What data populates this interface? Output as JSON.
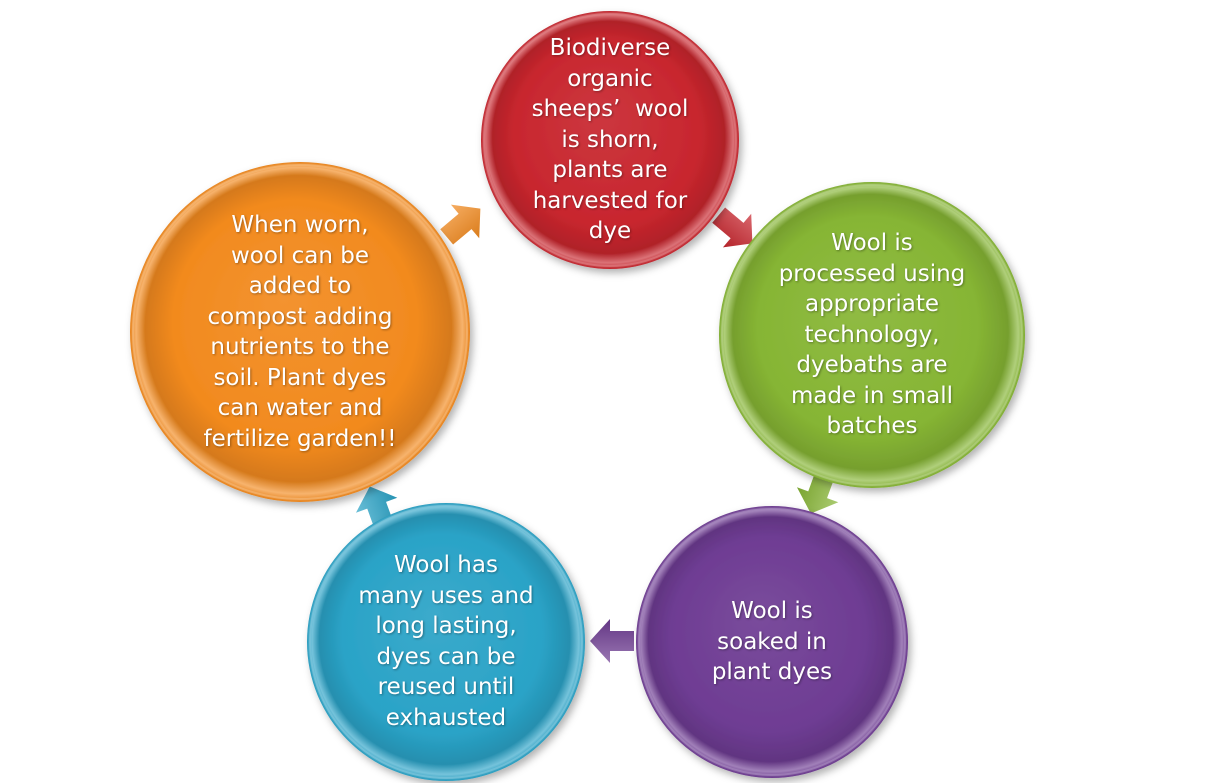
{
  "diagram": {
    "type": "cycle",
    "nodes": [
      {
        "id": "harvest",
        "lines": [
          "Biodiverse",
          "organic",
          "sheeps’  wool",
          "is shorn,",
          "plants are",
          "harvested for",
          "dye"
        ],
        "color": "#c8262e"
      },
      {
        "id": "process",
        "lines": [
          "Wool is",
          "processed using",
          "appropriate",
          "technology,",
          "dyebaths are",
          "made in small",
          "batches"
        ],
        "color": "#86b534"
      },
      {
        "id": "soak",
        "lines": [
          "Wool is",
          "soaked in",
          "plant dyes"
        ],
        "color": "#6e3c93"
      },
      {
        "id": "use",
        "lines": [
          "Wool has",
          "many uses and",
          "long lasting,",
          "dyes can be",
          "reused until",
          "exhausted"
        ],
        "color": "#2aa3c7"
      },
      {
        "id": "compost",
        "lines": [
          "When worn,",
          "wool can be",
          "added to",
          "compost adding",
          "nutrients to the",
          "soil. Plant dyes",
          "can water and",
          "fertilize garden!!"
        ],
        "color": "#f28a1e"
      }
    ],
    "arrows": [
      {
        "from": "harvest",
        "to": "process",
        "color": "#c8262e"
      },
      {
        "from": "process",
        "to": "soak",
        "color": "#86b534"
      },
      {
        "from": "soak",
        "to": "use",
        "color": "#6e3c93"
      },
      {
        "from": "use",
        "to": "compost",
        "color": "#2aa3c7"
      },
      {
        "from": "compost",
        "to": "harvest",
        "color": "#f28a1e"
      }
    ]
  }
}
